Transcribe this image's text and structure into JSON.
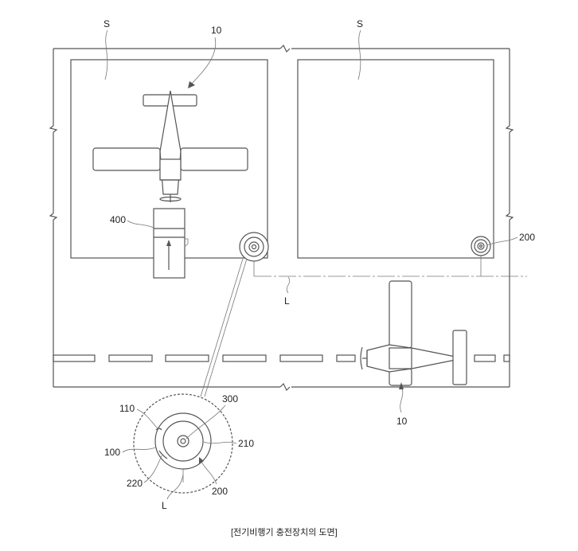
{
  "labels": {
    "stand_left": "S",
    "stand_right": "S",
    "aircraft_top": "10",
    "aircraft_bottom": "10",
    "charger_400": "400",
    "charger_200_top": "200",
    "line_L_top": "L",
    "detail_110": "110",
    "detail_100": "100",
    "detail_220": "220",
    "detail_L": "L",
    "detail_300": "300",
    "detail_210": "210",
    "detail_200": "200"
  },
  "caption": "[전기비행기 충전장치의 도면]"
}
